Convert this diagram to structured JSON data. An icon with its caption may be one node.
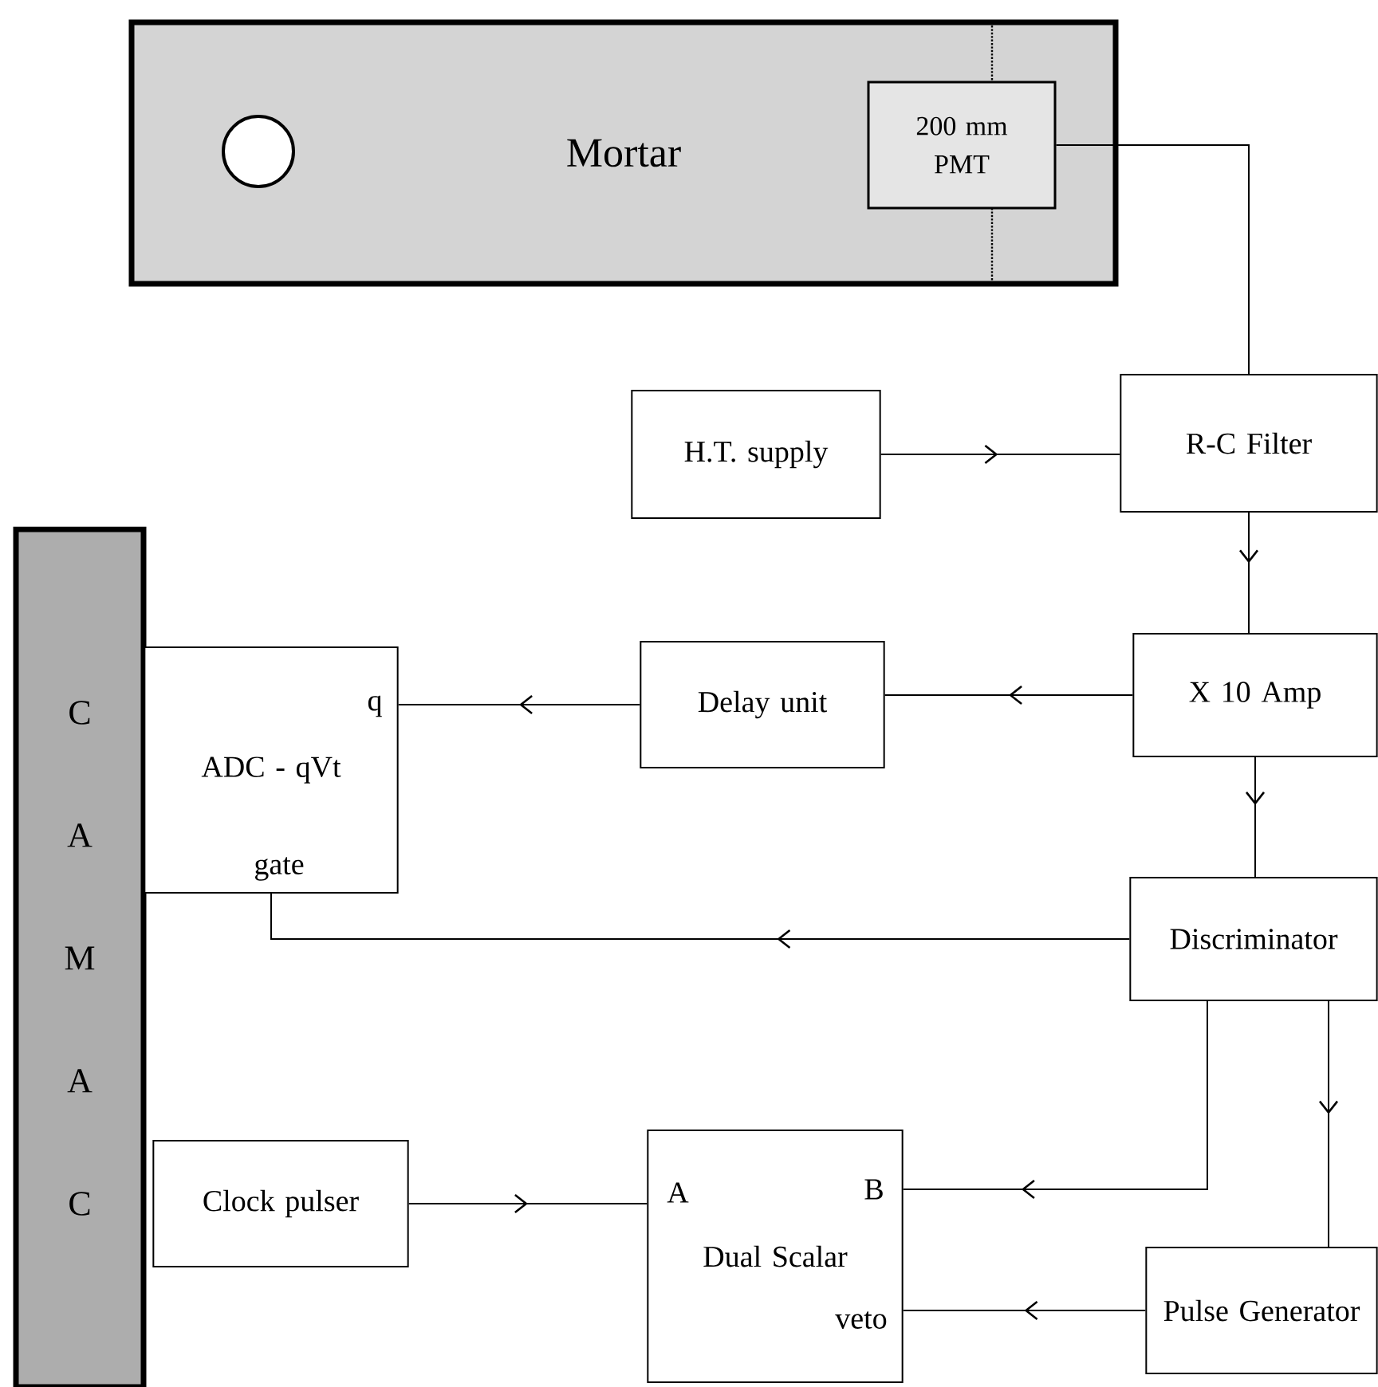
{
  "diagram": {
    "nodes": [
      {
        "text": [
          "Mortar"
        ]
      },
      {
        "text": [],
        "shape": "circle",
        "in": 0
      },
      {
        "text": [
          "200 mm PMT"
        ],
        "in": 0
      },
      {
        "text": [
          "H.T. supply"
        ]
      },
      {
        "text": [
          "R-C Filter"
        ]
      },
      {
        "text": [
          "C A M A C"
        ]
      },
      {
        "text": [
          "ADC - qVt",
          "q",
          "gate"
        ]
      },
      {
        "text": [
          "Delay unit"
        ]
      },
      {
        "text": [
          "X 10  Amp"
        ]
      },
      {
        "text": [
          "Discriminator"
        ]
      },
      {
        "text": [
          "Clock pulser"
        ]
      },
      {
        "text": [
          "Dual Scalar",
          "A",
          "B",
          "veto"
        ]
      },
      {
        "text": [
          "Pulse Generator"
        ]
      }
    ],
    "edges": [
      {
        "from": 2,
        "to": 4,
        "arrow": "none"
      },
      {
        "from": 3,
        "to": 4,
        "arrow": "to"
      },
      {
        "from": 4,
        "to": 8,
        "arrow": "to"
      },
      {
        "from": 8,
        "to": 7,
        "arrow": "to"
      },
      {
        "from": 7,
        "to": 6,
        "arrow": "to"
      },
      {
        "from": 8,
        "to": 9,
        "arrow": "to"
      },
      {
        "from": 9,
        "to": 6,
        "arrow": "to"
      },
      {
        "from": 9,
        "to": 11,
        "arrow": "to"
      },
      {
        "from": 9,
        "to": 12,
        "arrow": "to"
      },
      {
        "from": 10,
        "to": 11,
        "arrow": "to"
      },
      {
        "from": 12,
        "to": 11,
        "arrow": "to"
      }
    ]
  }
}
